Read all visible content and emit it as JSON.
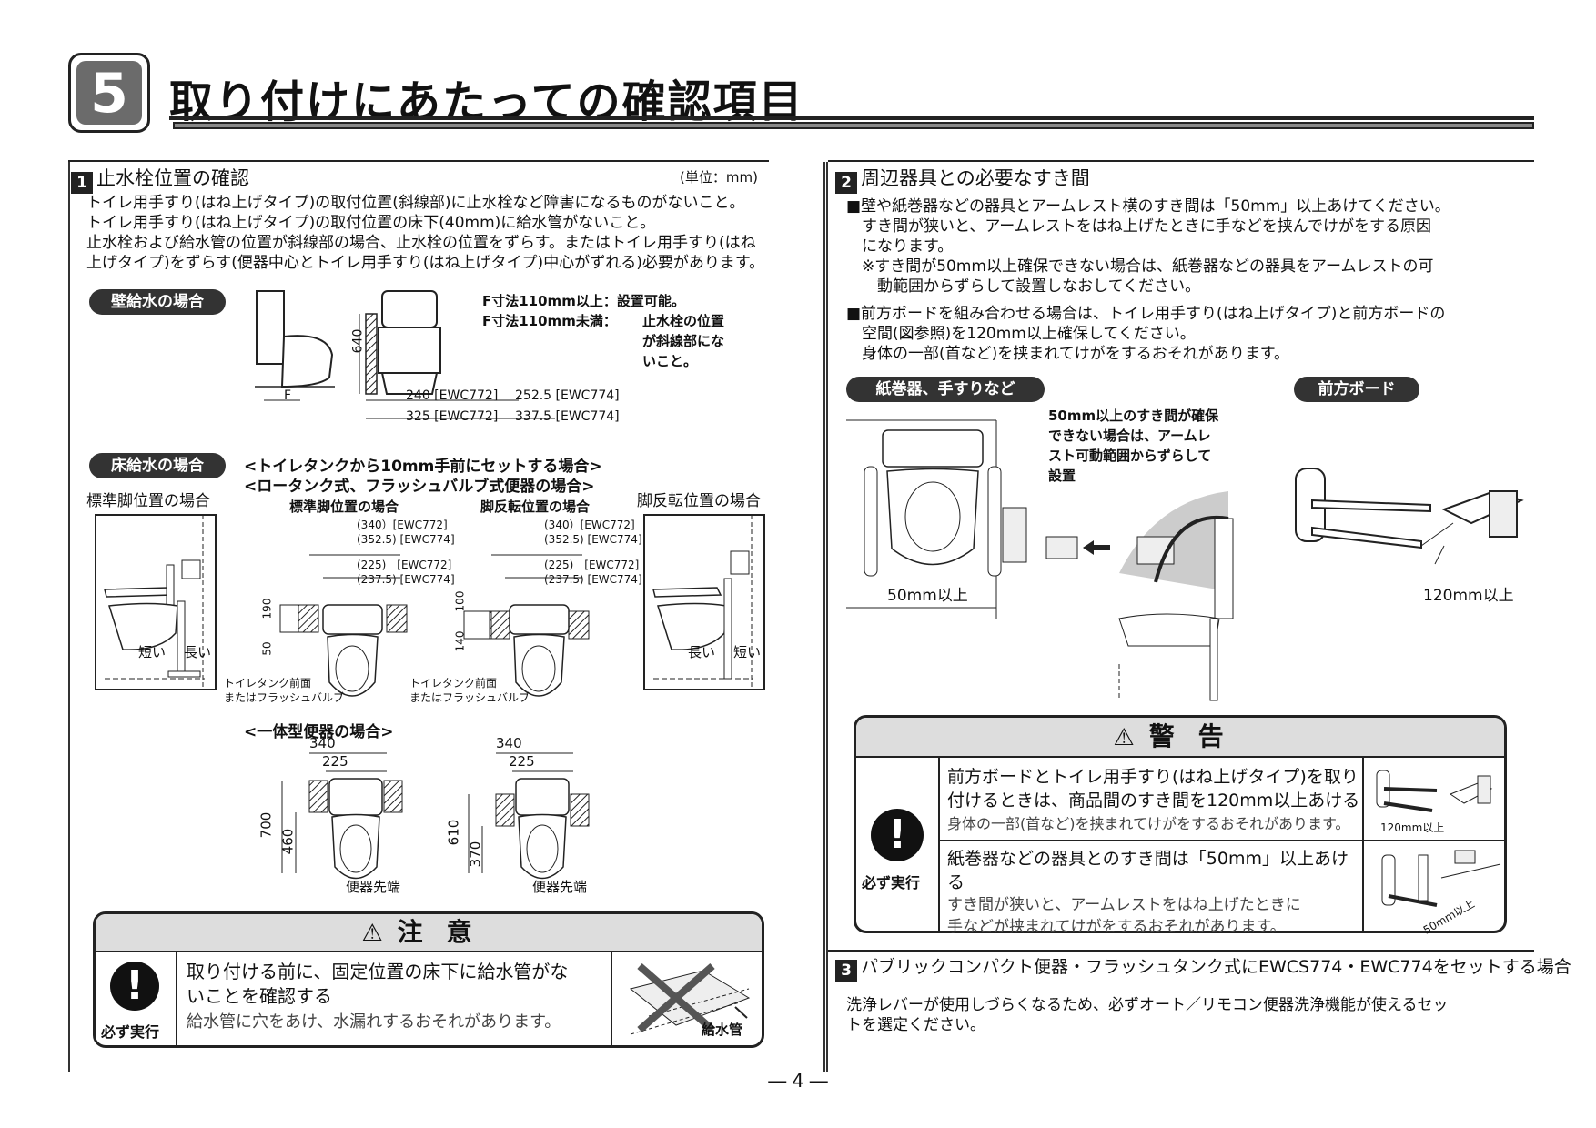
{
  "header": {
    "number": "5",
    "title": "取り付けにあたっての確認項目"
  },
  "section1": {
    "num": "1",
    "title": "止水栓位置の確認",
    "unit": "(単位：mm)",
    "lines": [
      "トイレ用手すり(はね上げタイプ)の取付位置(斜線部)に止水栓など障害になるものがないこと。",
      "トイレ用手すり(はね上げタイプ)の取付位置の床下(40mm)に給水管がないこと。",
      "止水栓および給水管の位置が斜線部の場合、止水栓の位置をずらす。またはトイレ用手すり(はね",
      "上げタイプ)をずらす(便器中心とトイレ用手すり(はね上げタイプ)中心がずれる)必要があります。"
    ],
    "wall": {
      "label": "壁給水の場合",
      "dim_640": "640",
      "dim_f": "F",
      "dim_240": "240 [EWC772]",
      "dim_2525": "252.5 [EWC774]",
      "dim_325": "325 [EWC772]",
      "dim_3375": "337.5 [EWC774]",
      "rule1_k": "F寸法110mm以上：",
      "rule1_v": "設置可能。",
      "rule2_k": "F寸法110mm未満：",
      "rule2_v1": "止水栓の位置",
      "rule2_v2": "が斜線部にな",
      "rule2_v3": "いこと。"
    },
    "floor": {
      "label": "床給水の場合",
      "case1": "<トイレタンクから10mm手前にセットする場合>",
      "case2": "<ロータンク式、フラッシュバルブ式便器の場合>",
      "left_title": "標準脚位置の場合",
      "right_title": "脚反転位置の場合",
      "mid1_title": "標準脚位置の場合",
      "mid2_title": "脚反転位置の場合",
      "short": "短い",
      "long": "長い",
      "d340": "(340）[EWC772]",
      "d3525": "(352.5) [EWC774]",
      "d225": "(225)　[EWC772]",
      "d2375": "(237.5) [EWC774]",
      "d190": "190",
      "d50": "50",
      "d100": "100",
      "d140": "140",
      "tank1": "トイレタンク前面",
      "tank2": "またはフラッシュバルブ"
    },
    "integrated": {
      "title": "<一体型便器の場合>",
      "d340": "340",
      "d225": "225",
      "d700": "700",
      "d460": "460",
      "d610": "610",
      "d370": "370",
      "tip": "便器先端"
    },
    "caution": {
      "head": "注意",
      "must": "必ず実行",
      "bold1": "取り付ける前に、固定位置の床下に給水管がな",
      "bold2": "いことを確認する",
      "sub": "給水管に穴をあけ、水漏れするおそれがあります。",
      "pipe": "給水管"
    }
  },
  "section2": {
    "num": "2",
    "title": "周辺器具との必要なすき間",
    "p1": [
      "■壁や紙巻器などの器具とアームレスト横のすき間は「50mm」以上あけてください。",
      "　すき間が狭いと、アームレストをはね上げたときに手などを挟んでけがをする原因",
      "　になります。",
      "　※すき間が50mm以上確保できない場合は、紙巻器などの器具をアームレストの可",
      "　　動範囲からずらして設置しなおしてください。"
    ],
    "p2": [
      "■前方ボードを組み合わせる場合は、トイレ用手すり(はね上げタイプ)と前方ボードの",
      "　空間(図参照)を120mm以上確保してください。",
      "　身体の一部(首など)を挟まれてけがをするおそれがあります。"
    ],
    "pill1": "紙巻器、手すりなど",
    "pill2": "前方ボード",
    "note": [
      "50mm以上のすき間が確保",
      "できない場合は、アームレ",
      "スト可動範囲からずらして",
      "設置"
    ],
    "d50": "50mm以上",
    "d120": "120mm以上",
    "warning": {
      "head": "警告",
      "must": "必ず実行",
      "r1_b1": "前方ボードとトイレ用手すり(はね上げタイプ)を取り",
      "r1_b2": "付けるときは、商品間のすき間を120mm以上あける",
      "r1_sub": "身体の一部(首など)を挟まれてけがをするおそれがあります。",
      "r1_dim": "120mm以上",
      "r2_b": "紙巻器などの器具とのすき間は「50mm」以上あける",
      "r2_s1": "すき間が狭いと、アームレストをはね上げたときに",
      "r2_s2": "手などが挟まれてけがをするおそれがあります。",
      "r2_dim": "50mm以上"
    }
  },
  "section3": {
    "num": "3",
    "title": "パブリックコンパクト便器・フラッシュタンク式にEWCS774・EWC774をセットする場合",
    "lines": [
      "洗浄レバーが使用しづらくなるため、必ずオート／リモコン便器洗浄機能が使えるセッ",
      "トを選定ください。"
    ]
  },
  "footer": {
    "page": "― 4 ―"
  }
}
